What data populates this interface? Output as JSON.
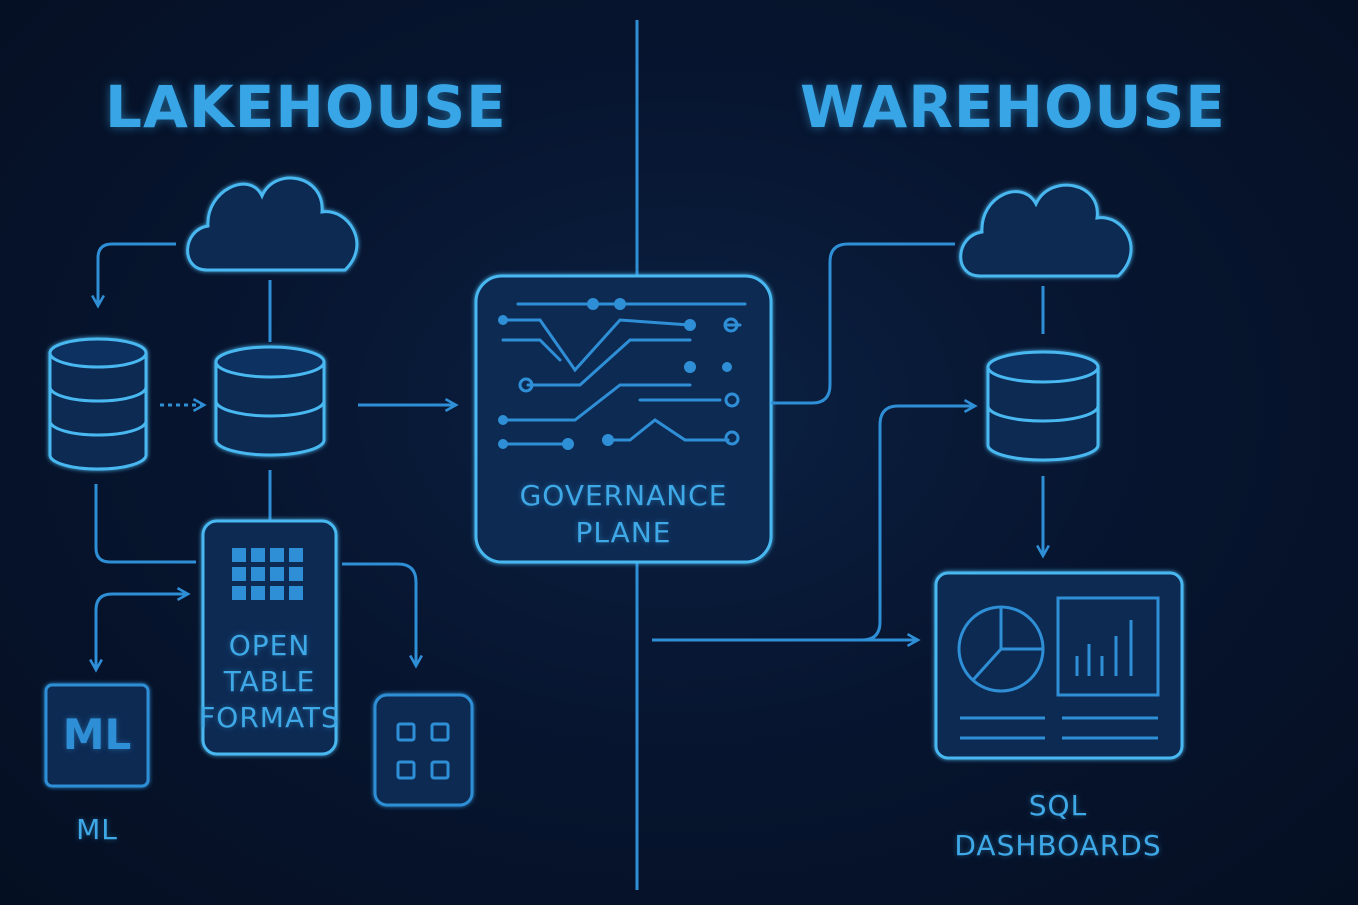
{
  "sections": {
    "left_title": "LAKEHOUSE",
    "right_title": "WAREHOUSE"
  },
  "nodes": {
    "governance": {
      "line1": "GOVERNANCE",
      "line2": "PLANE"
    },
    "open_table": {
      "line1": "OPEN",
      "line2": "TABLE",
      "line3": "FORMATS"
    },
    "ml": {
      "box_text": "ML",
      "caption": "ML"
    },
    "sql": {
      "line1": "SQL",
      "line2": "DASHBOARDS"
    }
  },
  "colors": {
    "background": "#061127",
    "stroke": "#2f8fd6",
    "stroke_bright": "#49b8f0",
    "fill": "#0a2a52",
    "text": "#3fa9e8"
  }
}
